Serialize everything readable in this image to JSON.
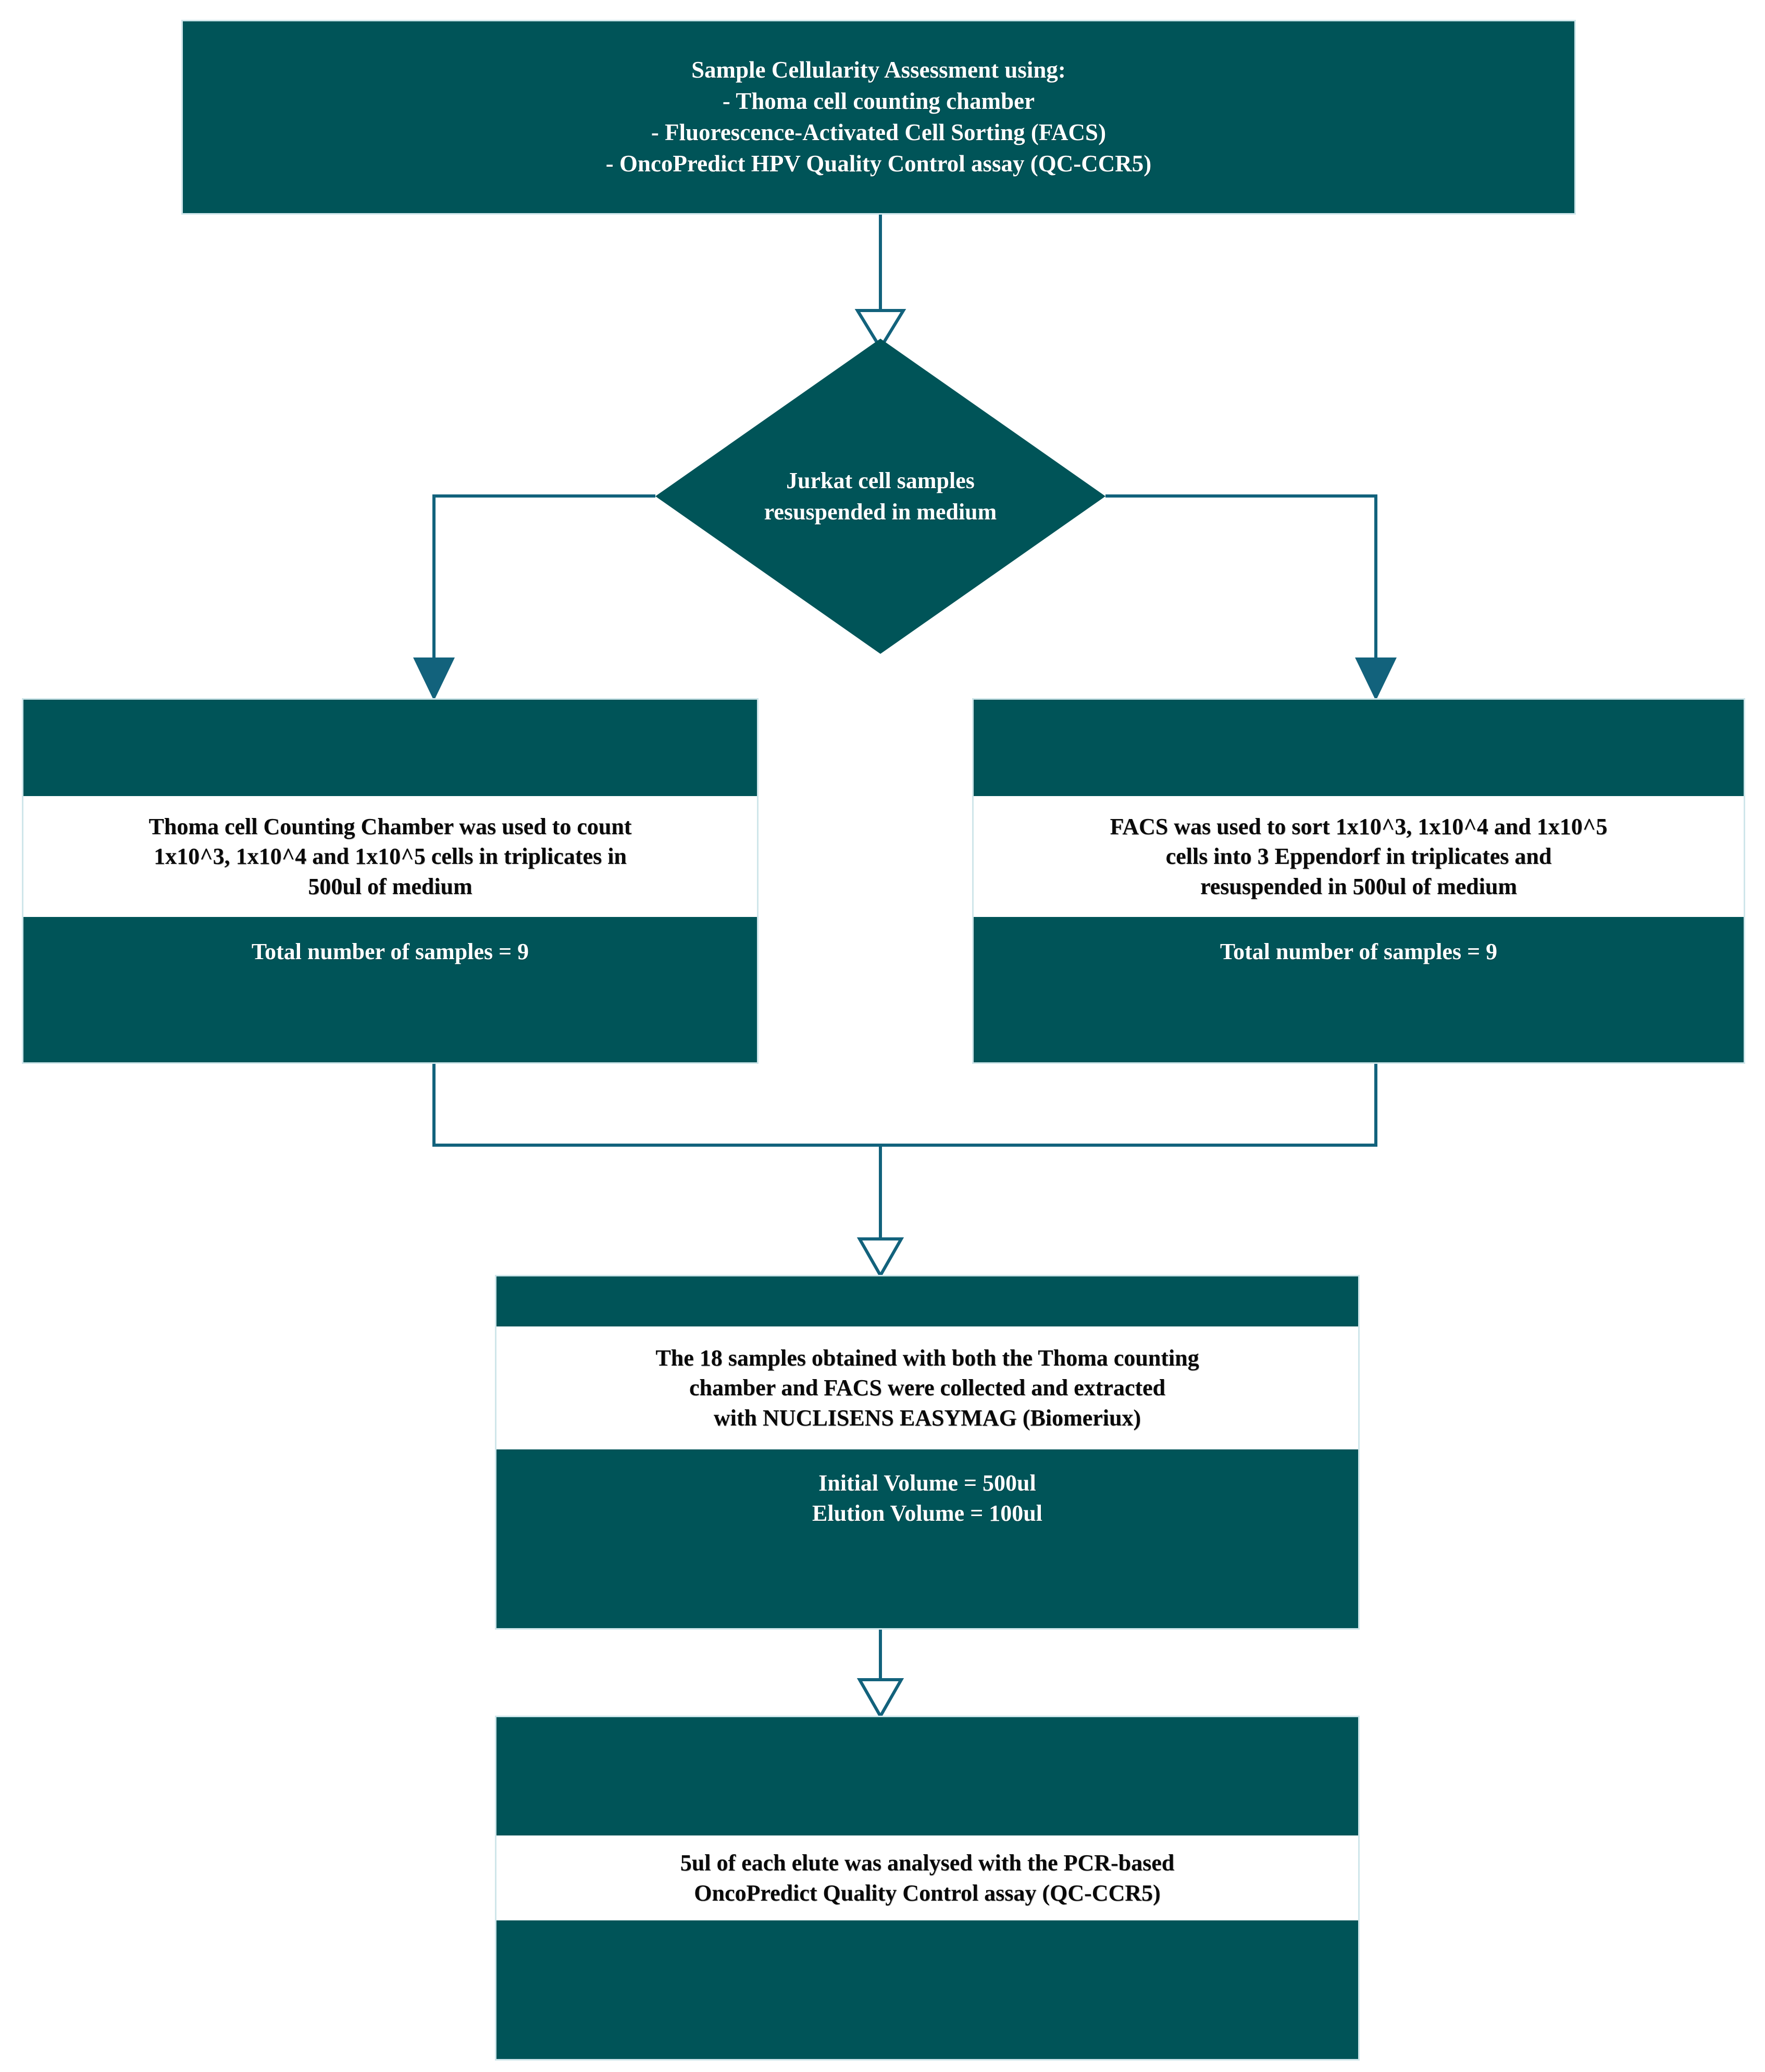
{
  "flowchart": {
    "title": "Sample Cellularity Assessment workflow",
    "colors": {
      "node_fill": "#005458",
      "node_border": "#cfe6ea",
      "connector": "#12627c",
      "text_on_fill": "#ffffff",
      "text_on_white": "#0a0a0a",
      "background": "#ffffff"
    },
    "nodes": {
      "start": {
        "type": "process",
        "lines": [
          "Sample Cellularity Assessment using:",
          "- Thoma cell counting chamber",
          "- Fluorescence-Activated Cell Sorting (FACS)",
          "- OncoPredict HPV Quality Control assay (QC-CCR5)"
        ]
      },
      "decision": {
        "type": "decision",
        "lines": [
          "Jurkat cell samples",
          "resuspended in medium"
        ]
      },
      "thoma": {
        "type": "banded-process",
        "white_lines": [
          "Thoma cell Counting Chamber was used to count",
          "1x10^3, 1x10^4 and 1x10^5 cells in triplicates in",
          "500ul of medium"
        ],
        "footer_lines": [
          "Total number of samples = 9"
        ]
      },
      "facs": {
        "type": "banded-process",
        "white_lines": [
          "FACS was used to sort  1x10^3, 1x10^4 and 1x10^5",
          "cells into 3 Eppendorf  in triplicates and",
          "resuspended in 500ul of medium"
        ],
        "footer_lines": [
          "Total number of samples = 9"
        ]
      },
      "extraction": {
        "type": "banded-process",
        "white_lines": [
          "The 18 samples obtained with both the Thoma counting",
          "chamber and FACS were collected and extracted",
          "with NUCLISENS EASYMAG (Biomeriux)"
        ],
        "footer_lines": [
          "Initial Volume = 500ul",
          "Elution Volume = 100ul"
        ]
      },
      "analysis": {
        "type": "banded-process",
        "white_lines": [
          "5ul of each elute was analysed with the PCR-based",
          "OncoPredict Quality Control assay (QC-CCR5)"
        ],
        "footer_lines": []
      }
    },
    "edges": [
      {
        "name": "start-to-decision",
        "from": "start",
        "to": "decision",
        "arrowhead": "hollow-triangle"
      },
      {
        "name": "decision-to-thoma",
        "from": "decision",
        "to": "thoma",
        "arrowhead": "solid-triangle"
      },
      {
        "name": "decision-to-facs",
        "from": "decision",
        "to": "facs",
        "arrowhead": "solid-triangle"
      },
      {
        "name": "merge-to-extraction",
        "from": "thoma+facs",
        "to": "extraction",
        "arrowhead": "hollow-triangle"
      },
      {
        "name": "extraction-to-analysis",
        "from": "extraction",
        "to": "analysis",
        "arrowhead": "hollow-triangle"
      }
    ]
  }
}
